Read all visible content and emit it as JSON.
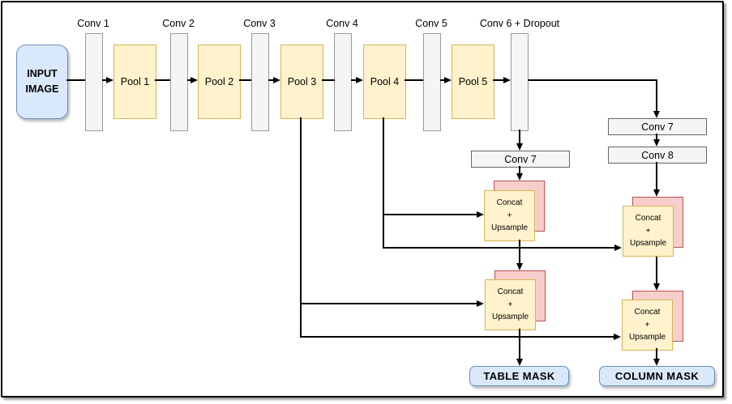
{
  "diagram": {
    "input": {
      "line1": "INPUT",
      "line2": "IMAGE"
    },
    "conv_labels": [
      "Conv 1",
      "Conv 2",
      "Conv 3",
      "Conv 4",
      "Conv 5"
    ],
    "conv6_label": "Conv 6 + Dropout",
    "pool_labels": [
      "Pool 1",
      "Pool 2",
      "Pool 3",
      "Pool 4",
      "Pool 5"
    ],
    "decoder": {
      "table_conv7": "Conv 7",
      "column_conv7": "Conv 7",
      "column_conv8": "Conv 8"
    },
    "concat_block": {
      "line1": "Concat",
      "line2": "+",
      "line3": "Upsample"
    },
    "outputs": {
      "table_mask": "TABLE MASK",
      "column_mask": "COLUMN MASK"
    },
    "colors": {
      "pool_fill": "#FFF2CC",
      "pool_stroke": "#D6B656",
      "conv_fill": "#F5F5F5",
      "conv_stroke": "#999999",
      "io_fill": "#DAE8FC",
      "io_stroke": "#6C8EBF",
      "concat_back_fill": "#F8CECC",
      "concat_back_stroke": "#B85450",
      "line": "#000000"
    }
  }
}
